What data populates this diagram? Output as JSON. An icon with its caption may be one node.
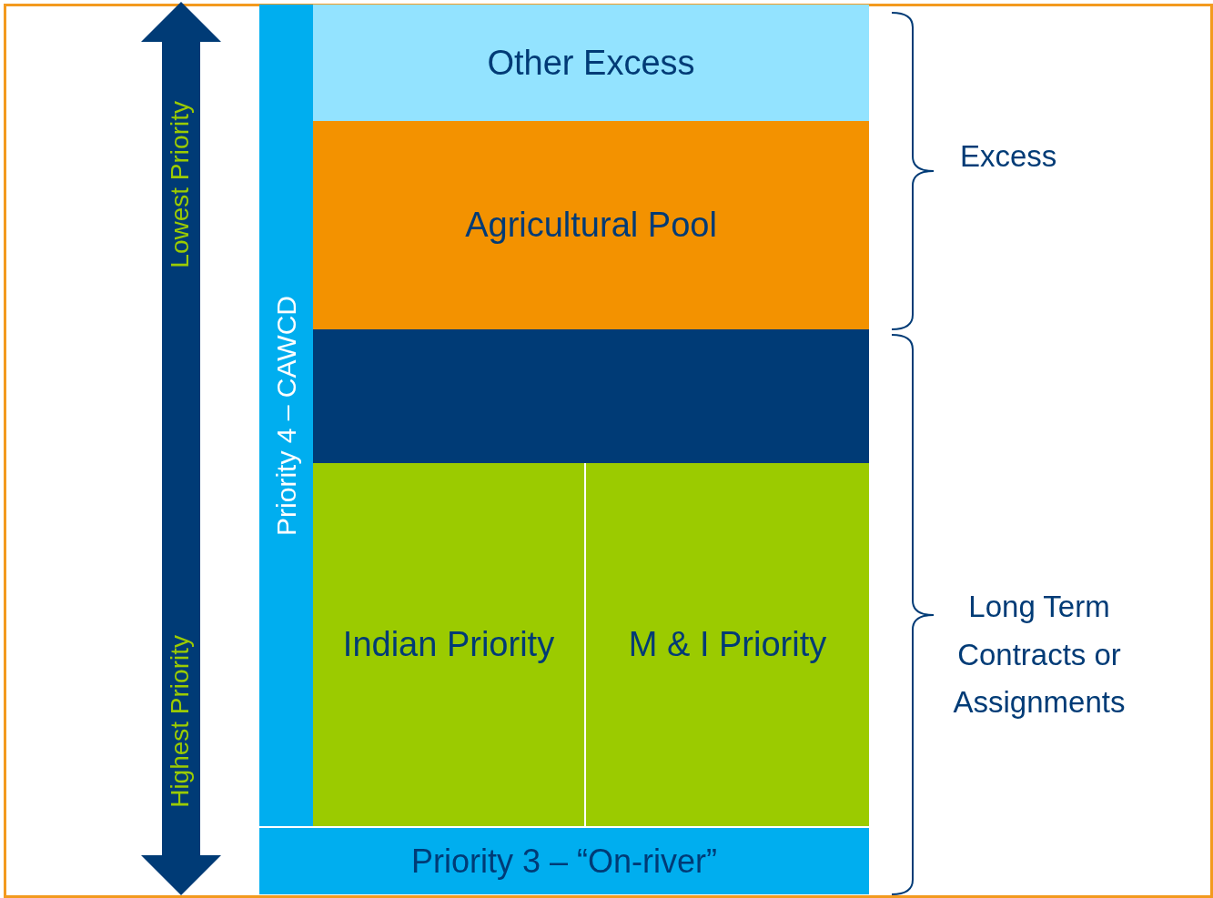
{
  "diagram": {
    "nodes": [
      {
        "text": [
          "Other Excess"
        ]
      },
      {
        "text": [
          "Agricultural Pool"
        ]
      },
      {
        "text": [
          "Priority 4 – CAWCD"
        ]
      },
      {
        "text": [],
        "shape": "box"
      },
      {
        "text": [
          "Indian Priority"
        ]
      },
      {
        "text": [
          "M & I Priority"
        ]
      },
      {
        "text": [
          "Priority 3 – “On-river”"
        ]
      }
    ],
    "edges": [],
    "labels": [
      "Lowest Priority",
      "Highest Priority",
      "Excess",
      "Long Term Contracts or Assignments"
    ]
  }
}
